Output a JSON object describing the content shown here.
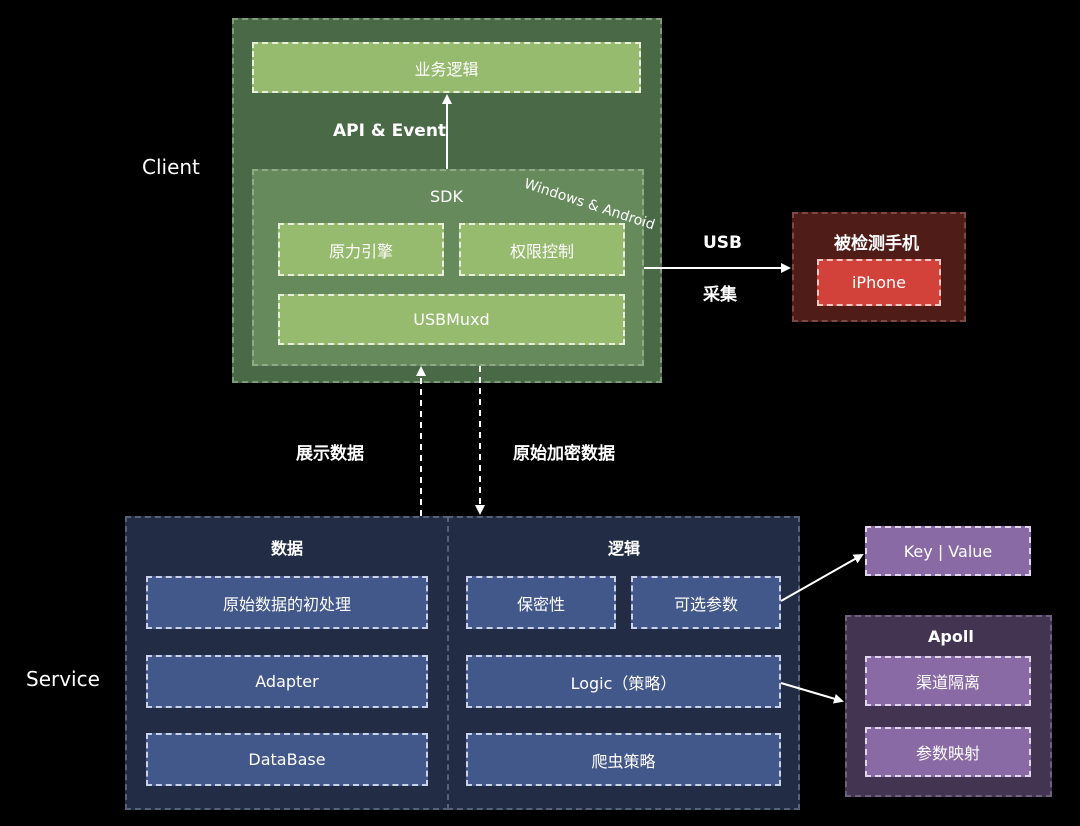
{
  "client": {
    "side_label": "Client",
    "business_logic": "业务逻辑",
    "api_event": "API & Event",
    "platform_note": "Windows & Android",
    "sdk": {
      "title": "SDK",
      "engine": "原力引擎",
      "permission": "权限控制",
      "usbmuxd": "USBMuxd"
    }
  },
  "usb": {
    "line1": "USB",
    "line2": "采集"
  },
  "device": {
    "title": "被检测手机",
    "phone": "iPhone"
  },
  "flows": {
    "display_data": "展示数据",
    "raw_encrypted": "原始加密数据"
  },
  "service": {
    "side_label": "Service",
    "data_panel": {
      "title": "数据",
      "items": [
        "原始数据的初处理",
        "Adapter",
        "DataBase"
      ]
    },
    "logic_panel": {
      "title": "逻辑",
      "security": "保密性",
      "optional_params": "可选参数",
      "logic_strategy": "Logic（策略）",
      "crawler_strategy": "爬虫策略"
    }
  },
  "kv": {
    "label": "Key | Value"
  },
  "apoll": {
    "title": "Apoll",
    "items": [
      "渠道隔离",
      "参数映射"
    ]
  },
  "colors": {
    "client_green": "#4a6a47",
    "sdk_green": "#668a5c",
    "module_green": "#96bb6e",
    "device_red": "#d3423a",
    "service_navy": "#222d45",
    "service_blue": "#42578a",
    "apoll_purple": "#8a6aa4"
  }
}
